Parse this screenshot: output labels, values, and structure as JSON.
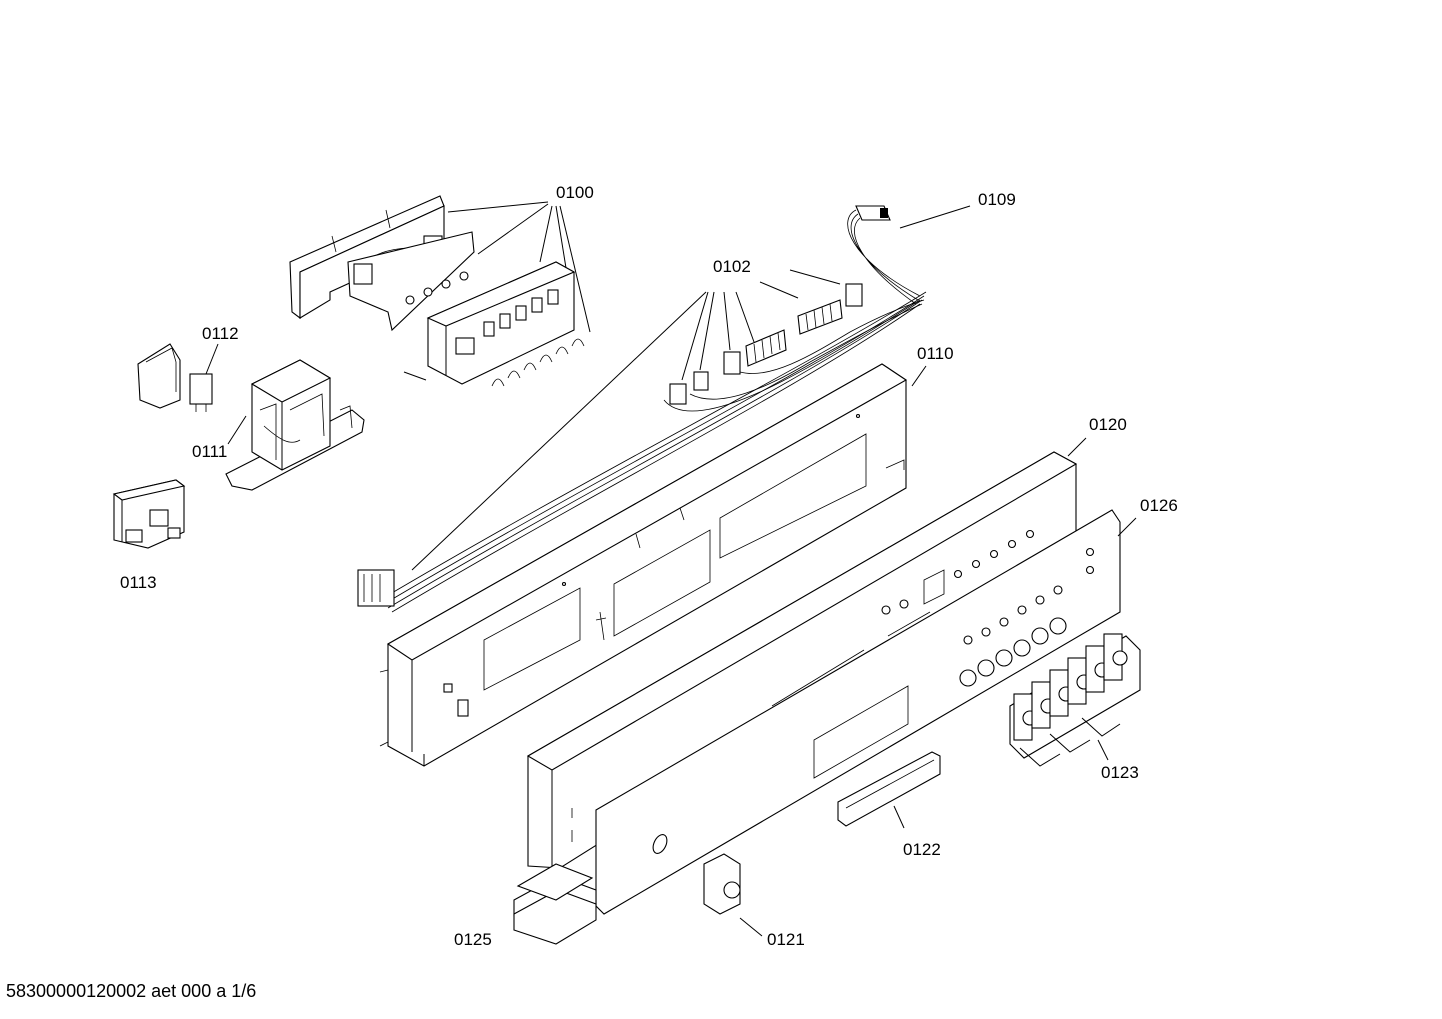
{
  "labels": {
    "p0100": "0100",
    "p0109": "0109",
    "p0102": "0102",
    "p0112": "0112",
    "p0110": "0110",
    "p0111": "0111",
    "p0120": "0120",
    "p0126": "0126",
    "p0113": "0113",
    "p0123": "0123",
    "p0122": "0122",
    "p0125": "0125",
    "p0121": "0121"
  },
  "footer": {
    "drawing_id": "58300000120002 aet 000 a 1/6"
  }
}
